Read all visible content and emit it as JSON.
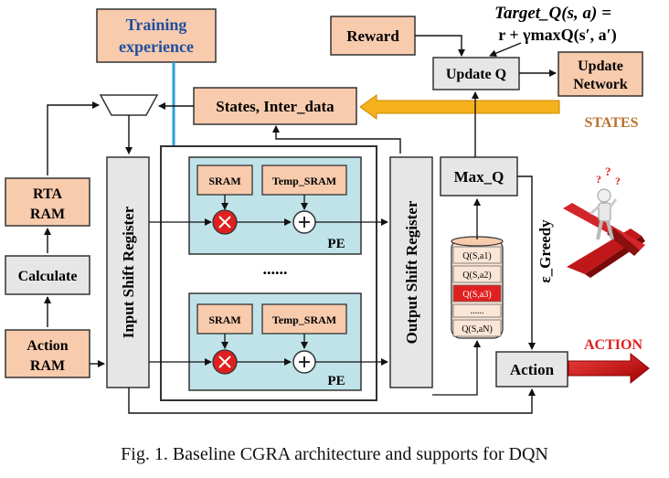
{
  "diagram": {
    "training_experience": [
      "Training",
      "experience"
    ],
    "reward": "Reward",
    "target_q": [
      "Target_Q(s, a) =",
      "r + γmaxQ(s′, a′)"
    ],
    "update_q": "Update Q",
    "update_network": [
      "Update",
      "Network"
    ],
    "states_box": "States, Inter_data",
    "states_label": "STATES",
    "rta_ram": [
      "RTA",
      "RAM"
    ],
    "calculate": "Calculate",
    "action_ram": [
      "Action",
      "RAM"
    ],
    "input_shift_register": "Input Shift Register",
    "output_shift_register": "Output Shift Register",
    "sram": "SRAM",
    "temp_sram": "Temp_SRAM",
    "pe": "PE",
    "ellipsis": "......",
    "max_q": "Max_Q",
    "epsilon_greedy": "ε_Greedy",
    "action_box": "Action",
    "action_label": "ACTION",
    "q_stack": [
      "Q(S,a1)",
      "Q(S,a2)",
      "Q(S,a3)",
      "......",
      "Q(S,aN)"
    ],
    "colors": {
      "orange_box": "#f8cbad",
      "gray_box": "#e7e6e6",
      "pe_fill": "#bfe3e8",
      "blue_arrow": "#2e9fdc",
      "yellow_arrow": "#f5b21c",
      "red_accent": "#e02020",
      "states_text": "#b8722d",
      "training_text": "#1f4fa0"
    }
  },
  "caption": "Fig. 1.  Baseline CGRA architecture and supports for DQN"
}
